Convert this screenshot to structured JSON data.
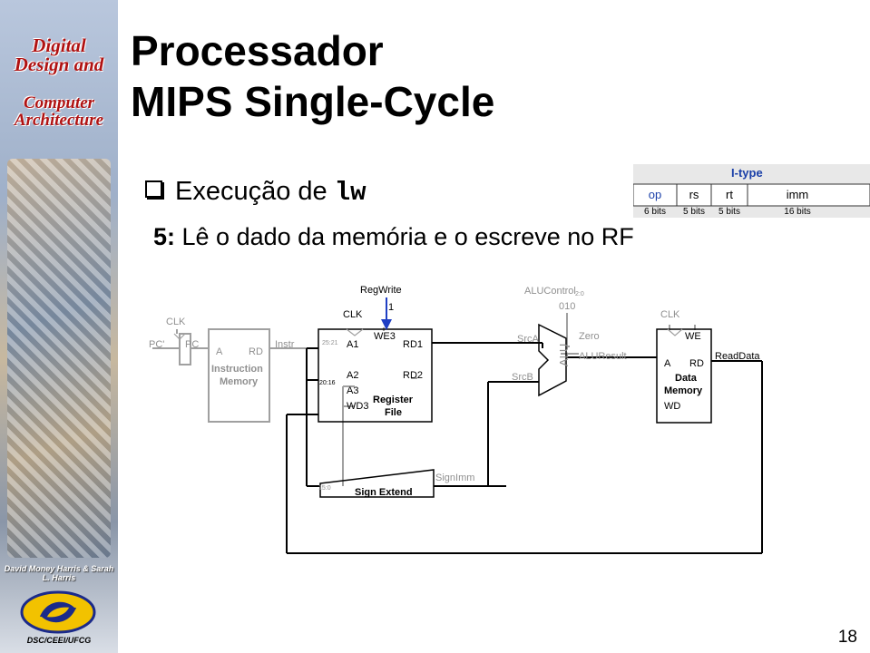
{
  "sidebar": {
    "title_line1": "Digital Design and",
    "title_line2": "Computer Architecture",
    "authors": "David Money Harris & Sarah L. Harris",
    "logo_caption": "DSC/CEEI/UFCG"
  },
  "slide": {
    "title_line1": "Processador",
    "title_line2": "MIPS Single-Cycle",
    "bullet_text": "Execução de ",
    "bullet_instr": "lw",
    "step_number": "5:",
    "step_text": " Lê o dado da memória e o escreve no RF",
    "page_number": "18"
  },
  "itype": {
    "title": "I-type",
    "fields": [
      "op",
      "rs",
      "rt",
      "imm"
    ],
    "bits": [
      "6 bits",
      "5 bits",
      "5 bits",
      "16 bits"
    ]
  },
  "diagram": {
    "labels": {
      "clk1": "CLK",
      "pc_prime": "PC'",
      "pc": "PC",
      "im_a": "A",
      "im_rd": "RD",
      "im_name1": "Instruction",
      "im_name2": "Memory",
      "instr": "Instr",
      "bits_25_21": "25:21",
      "bits_20_16": "20:16",
      "bits_15_0": "15:0",
      "regwrite": "RegWrite",
      "regwrite_value": "1",
      "clk2": "CLK",
      "rf_a1": "A1",
      "rf_we3": "WE3",
      "rf_rd1": "RD1",
      "rf_a2": "A2",
      "rf_rd2": "RD2",
      "rf_a3": "A3",
      "rf_wd3": "WD3",
      "rf_name1": "Register",
      "rf_name2": "File",
      "sign_extend": "Sign Extend",
      "signimm": "SignImm",
      "alucontrol": "ALUControl",
      "alucontrol_sub": "2:0",
      "alucontrol_value": "010",
      "srca": "SrcA",
      "srcb": "SrcB",
      "alu": "ALU",
      "zero": "Zero",
      "aluresult": "ALUResult",
      "clk3": "CLK",
      "dm_we": "WE",
      "dm_a": "A",
      "dm_rd": "RD",
      "dm_name1": "Data",
      "dm_name2": "Memory",
      "dm_wd": "WD",
      "readdata": "ReadData"
    },
    "colors": {
      "active_wire": "#000000",
      "inactive_wire": "#a0a0a0",
      "regwrite_arrow": "#1f3fc4",
      "title_blue": "#1a3fa8"
    }
  }
}
